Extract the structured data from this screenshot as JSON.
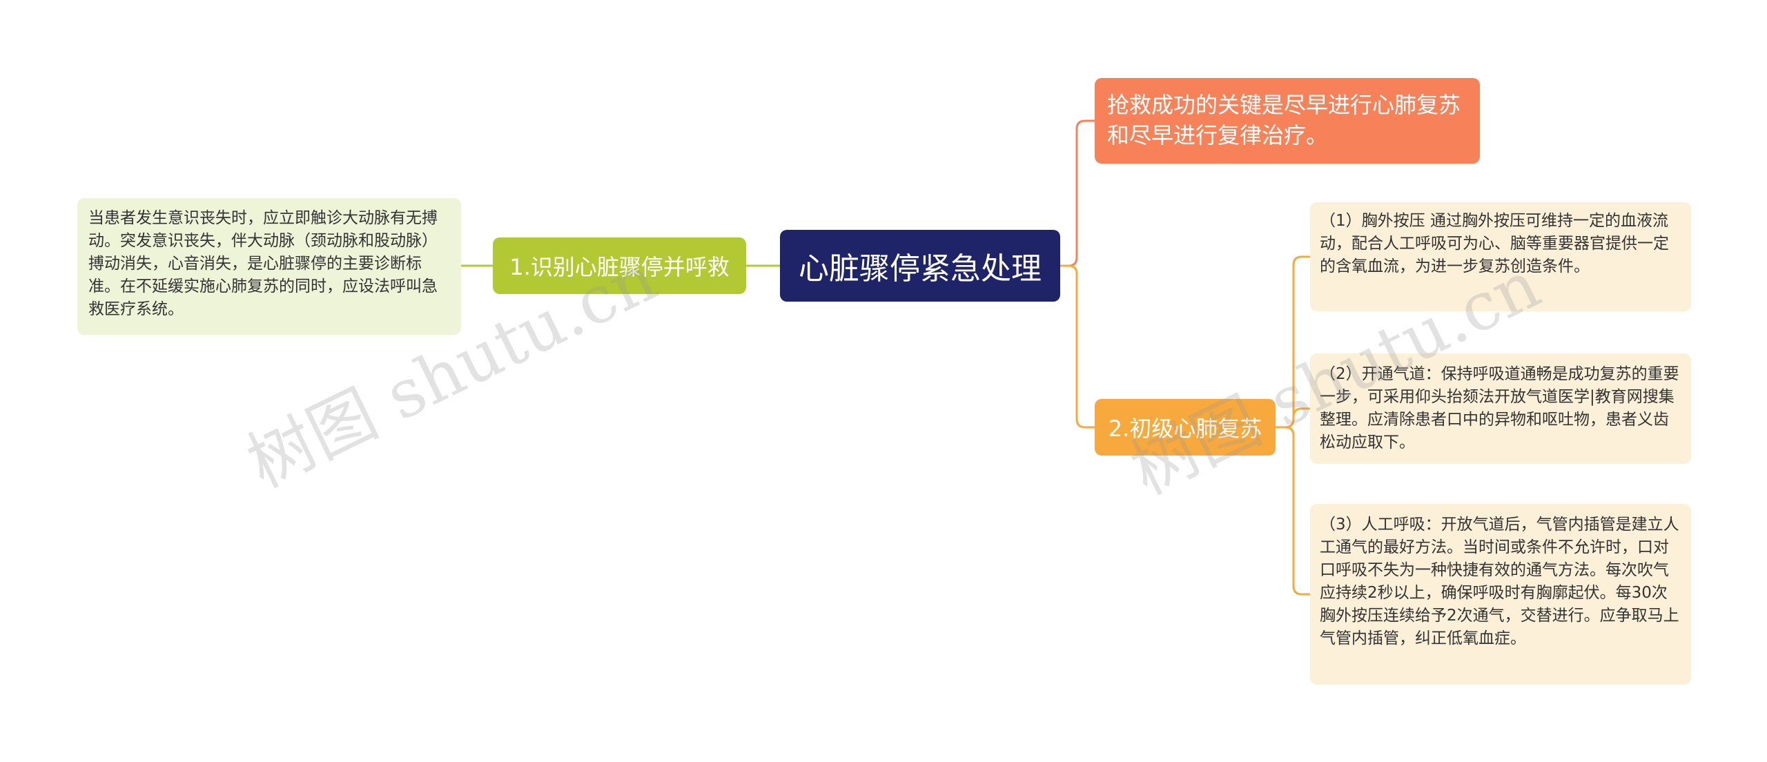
{
  "root": {
    "label": "心脏骤停紧急处理"
  },
  "branches": [
    {
      "label": "1.识别心脏骤停并呼救",
      "color": "#b2c934",
      "children": [
        {
          "text": "当患者发生意识丧失时，应立即触诊大动脉有无搏动。突发意识丧失，伴大动脉（颈动脉和股动脉）搏动消失，心音消失，是心脏骤停的主要诊断标准。在不延缓实施心肺复苏的同时，应设法呼叫急救医疗系统。"
        }
      ]
    },
    {
      "label": "抢救成功的关键是尽早进行心肺复苏和尽早进行复律治疗。",
      "color": "#f7825a",
      "children": []
    },
    {
      "label": "2.初级心肺复苏",
      "color": "#f8a93d",
      "children": [
        {
          "text": "（1）胸外按压 通过胸外按压可维持一定的血液流动，配合人工呼吸可为心、脑等重要器官提供一定的含氧血流，为进一步复苏创造条件。"
        },
        {
          "text": "（2）开通气道：保持呼吸道通畅是成功复苏的重要一步，可采用仰头抬颏法开放气道医学|教育网搜集整理。应清除患者口中的异物和呕吐物，患者义齿松动应取下。"
        },
        {
          "text": "（3）人工呼吸：开放气道后，气管内插管是建立人工通气的最好方法。当时间或条件不允许时，口对口呼吸不失为一种快捷有效的通气方法。每次吹气应持续2秒以上，确保呼吸时有胸廓起伏。每30次胸外按压连续给予2次通气，交替进行。应争取马上气管内插管，纠正低氧血症。"
        }
      ]
    }
  ],
  "watermarks": [
    "树图 shutu.cn",
    "树图 shutu.cn"
  ],
  "colors": {
    "root": "#1e2467",
    "leaf_green": "#eef4d8",
    "leaf_orange": "#fdf0d8"
  }
}
